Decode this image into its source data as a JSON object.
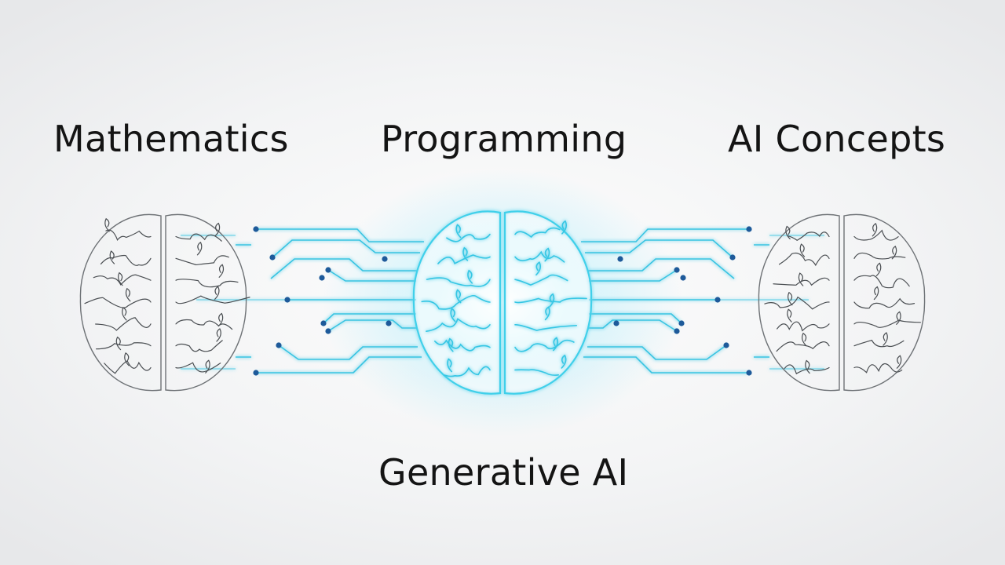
{
  "labels": {
    "mathematics": "Mathematics",
    "programming": "Programming",
    "ai_concepts": "AI Concepts",
    "generative_ai": "Generative AI"
  },
  "colors": {
    "background": "#f2f3f4",
    "text": "#141414",
    "brain_outline": "#6e7276",
    "brain_fold": "#4a4e52",
    "circuit_glow": "#3fd3ea",
    "circuit_line": "#35b8d9",
    "node_dot": "#1e5a9a"
  },
  "icons": {
    "left_brain": "brain-outline-icon",
    "center_brain": "glowing-brain-icon",
    "right_brain": "brain-outline-icon",
    "circuits": "circuit-traces"
  }
}
